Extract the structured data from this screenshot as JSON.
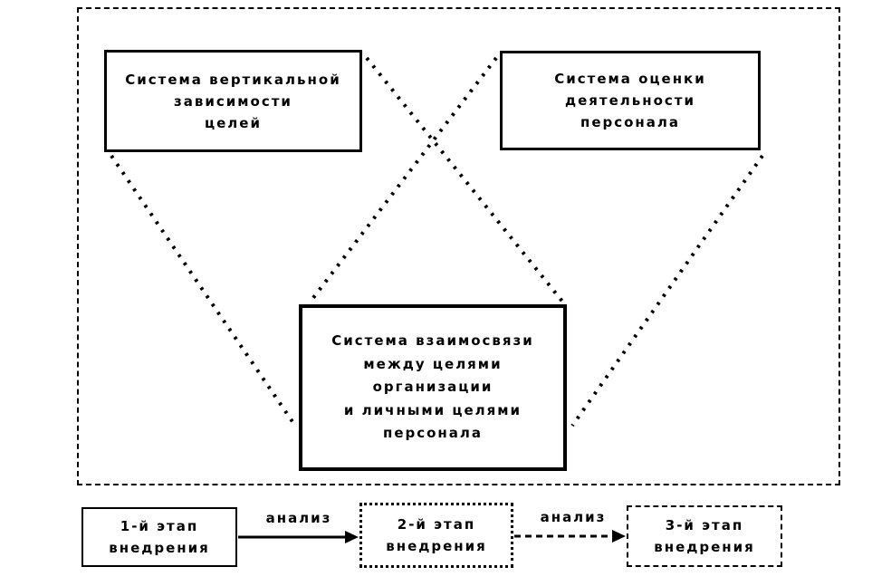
{
  "diagram": {
    "main_boxes": {
      "vertical_goals": {
        "text": "Система вертикальной\nзависимости\nцелей"
      },
      "personnel_evaluation": {
        "text": "Система оценки\nдеятельности\nперсонала"
      },
      "goals_interconnection": {
        "text": "Система взаимосвязи\nмежду целями\nорганизации\nи личными целями\nперсонала"
      }
    },
    "stages": [
      {
        "text": "1-й этап\nвнедрения"
      },
      {
        "text": "2-й этап\nвнедрения"
      },
      {
        "text": "3-й этап\nвнедрения"
      }
    ],
    "arrow_labels": {
      "first": "анализ",
      "second": "анализ"
    },
    "colors": {
      "line": "#000000",
      "background": "#ffffff"
    }
  }
}
